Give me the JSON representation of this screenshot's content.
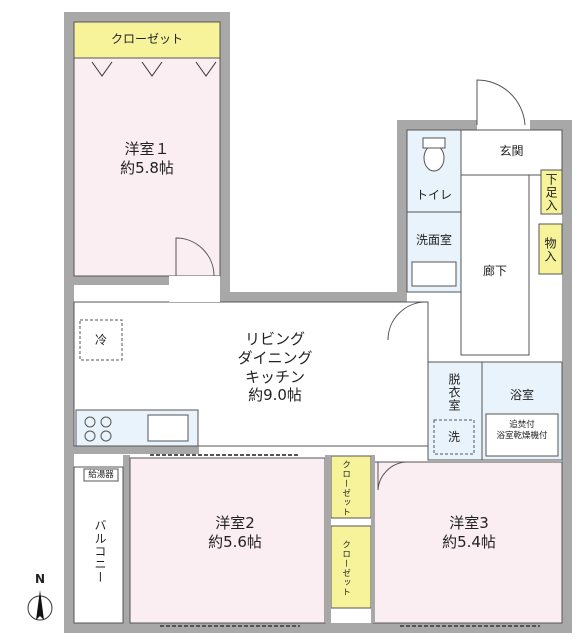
{
  "rooms": {
    "western1": {
      "name": "洋室１",
      "size": "約5.8帖"
    },
    "western2": {
      "name": "洋室2",
      "size": "約5.6帖"
    },
    "western3": {
      "name": "洋室3",
      "size": "約5.4帖"
    },
    "ldk": {
      "line1": "リビング",
      "line2": "ダイニング",
      "line3": "キッチン",
      "size": "約9.0帖"
    },
    "entrance": "玄関",
    "toilet": "トイレ",
    "washroom": "洗面室",
    "hallway": "廊下",
    "storage": "物入",
    "shoe_box": "下足入",
    "dressing": "脱衣室",
    "wash": "洗",
    "bathroom": "浴室",
    "bath_dryer": "追焚付浴室乾燥機付",
    "bath_dryer_l1": "追焚付",
    "bath_dryer_l2": "浴室乾燥機付",
    "closet_top": "クローゼット",
    "closet_mid1": "クローゼット",
    "closet_mid2": "クローゼット",
    "fridge": "冷",
    "water_heater": "給湯器",
    "balcony": "バルコニー"
  },
  "compass": "N",
  "colors": {
    "wall": "#a8a8a8",
    "bedroom_fill": "#fbeef2",
    "wet_fill": "#e9f3fb",
    "closet_fill": "#f7f39a",
    "floor_fill": "#ffffff"
  }
}
